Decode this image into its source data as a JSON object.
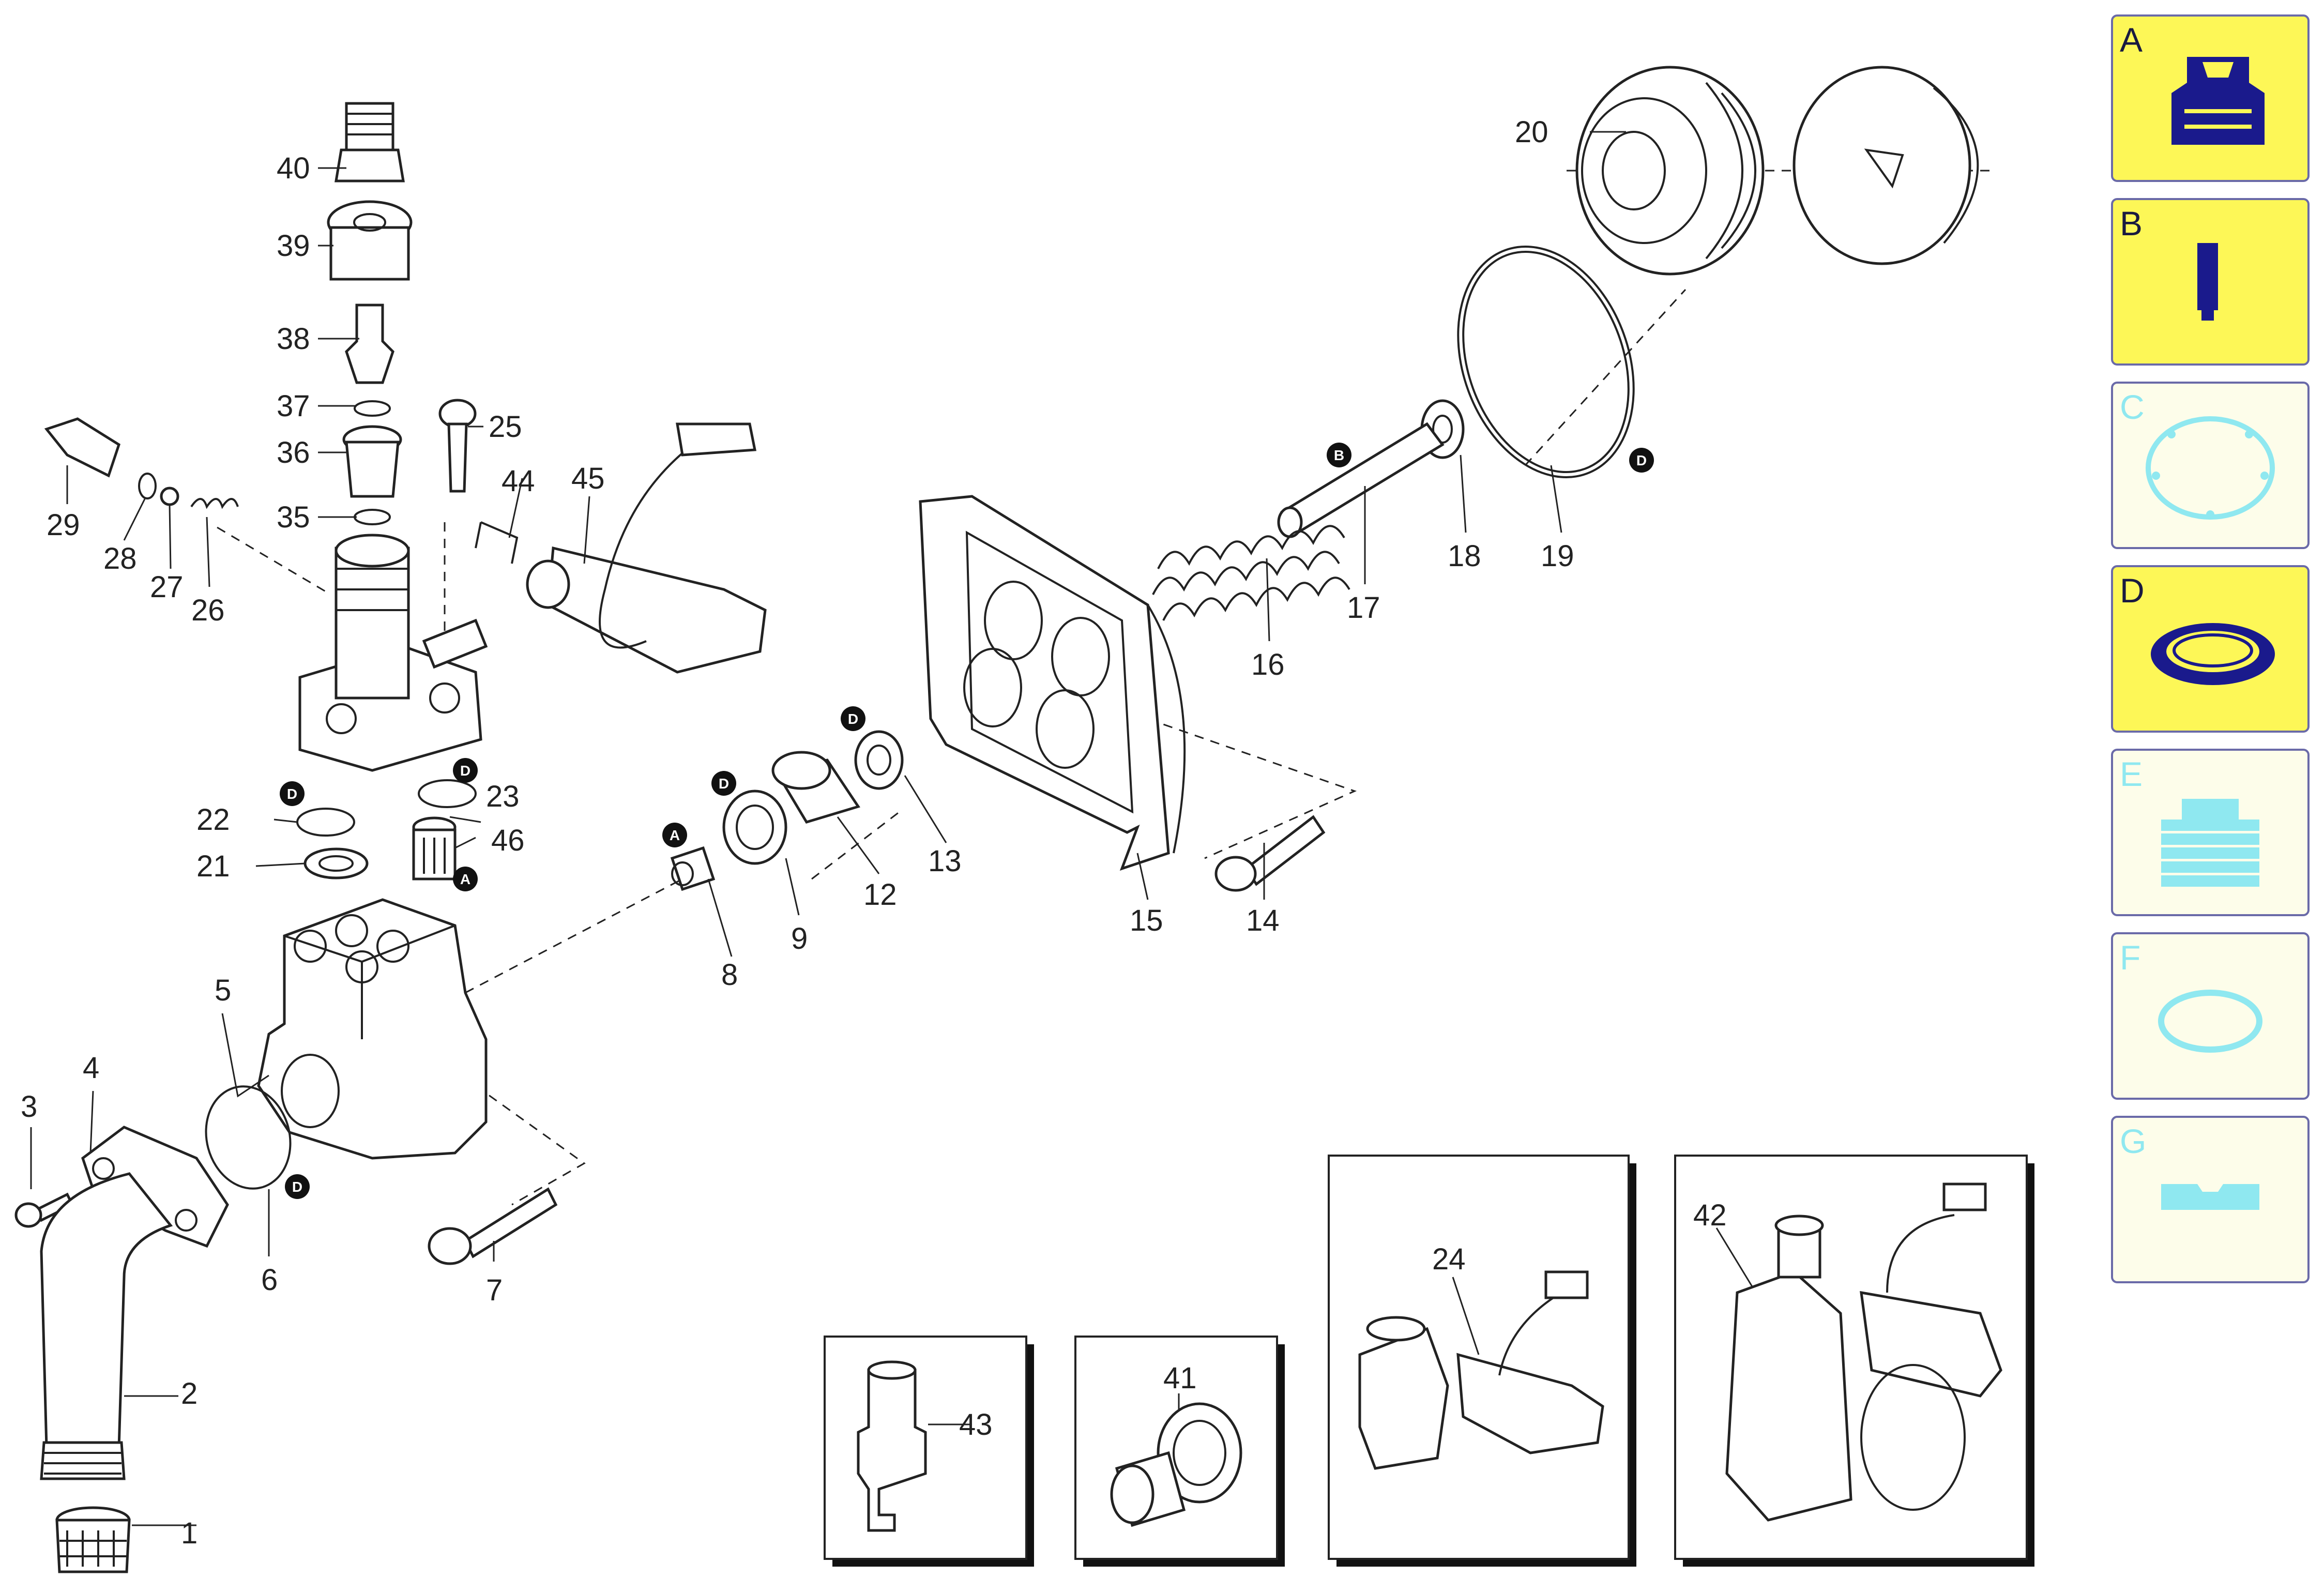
{
  "parts": [
    "1",
    "2",
    "3",
    "4",
    "5",
    "6",
    "7",
    "8",
    "9",
    "12",
    "13",
    "14",
    "15",
    "16",
    "17",
    "18",
    "19",
    "20",
    "21",
    "22",
    "23",
    "25",
    "26",
    "27",
    "28",
    "29",
    "35",
    "36",
    "37",
    "38",
    "39",
    "40",
    "44",
    "45",
    "46"
  ],
  "markers": [
    "A",
    "B",
    "D",
    "D",
    "D",
    "D",
    "D",
    "D",
    "A"
  ],
  "insets": [
    "43",
    "41",
    "24",
    "42"
  ],
  "legend": [
    {
      "letter": "A",
      "active": true
    },
    {
      "letter": "B",
      "active": true
    },
    {
      "letter": "C",
      "active": false
    },
    {
      "letter": "D",
      "active": true
    },
    {
      "letter": "E",
      "active": false
    },
    {
      "letter": "F",
      "active": false
    },
    {
      "letter": "G",
      "active": false
    }
  ],
  "colors": {
    "active_fill": "#fdf757",
    "inactive_fill": "#fdfdea",
    "active_icon": "#1a1a8c",
    "inactive_icon": "#8fe8f0",
    "active_letter": "#1a1a40",
    "inactive_letter": "#8fe8f0",
    "border": "#6a6aa8"
  }
}
